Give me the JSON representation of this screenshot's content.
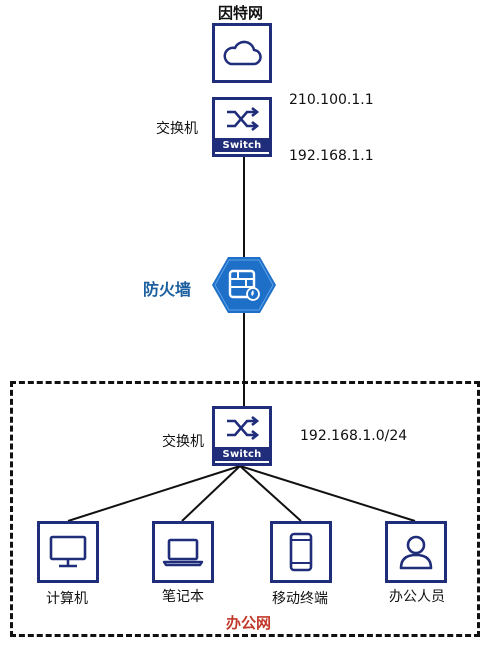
{
  "colors": {
    "device_blue": "#1f2d7a",
    "firewall_blue": "#1e6fc7",
    "firewall_label": "#1c5f9f",
    "office_label": "#c0392b"
  },
  "internet": {
    "label": "因特网",
    "icon": "cloud-icon"
  },
  "top_switch": {
    "label": "交换机",
    "band": "Switch",
    "ip_upper": "210.100.1.1",
    "ip_lower": "192.168.1.1",
    "icon": "switch-arrows-icon"
  },
  "firewall": {
    "label": "防火墙",
    "icon": "firewall-icon"
  },
  "office_switch": {
    "label": "交换机",
    "band": "Switch",
    "subnet": "192.168.1.0/24",
    "icon": "switch-arrows-icon"
  },
  "endpoints": [
    {
      "label": "计算机",
      "icon": "monitor-icon"
    },
    {
      "label": "笔记本",
      "icon": "laptop-icon"
    },
    {
      "label": "移动终端",
      "icon": "phone-icon"
    },
    {
      "label": "办公人员",
      "icon": "user-icon"
    }
  ],
  "office_network": {
    "label": "办公网"
  }
}
